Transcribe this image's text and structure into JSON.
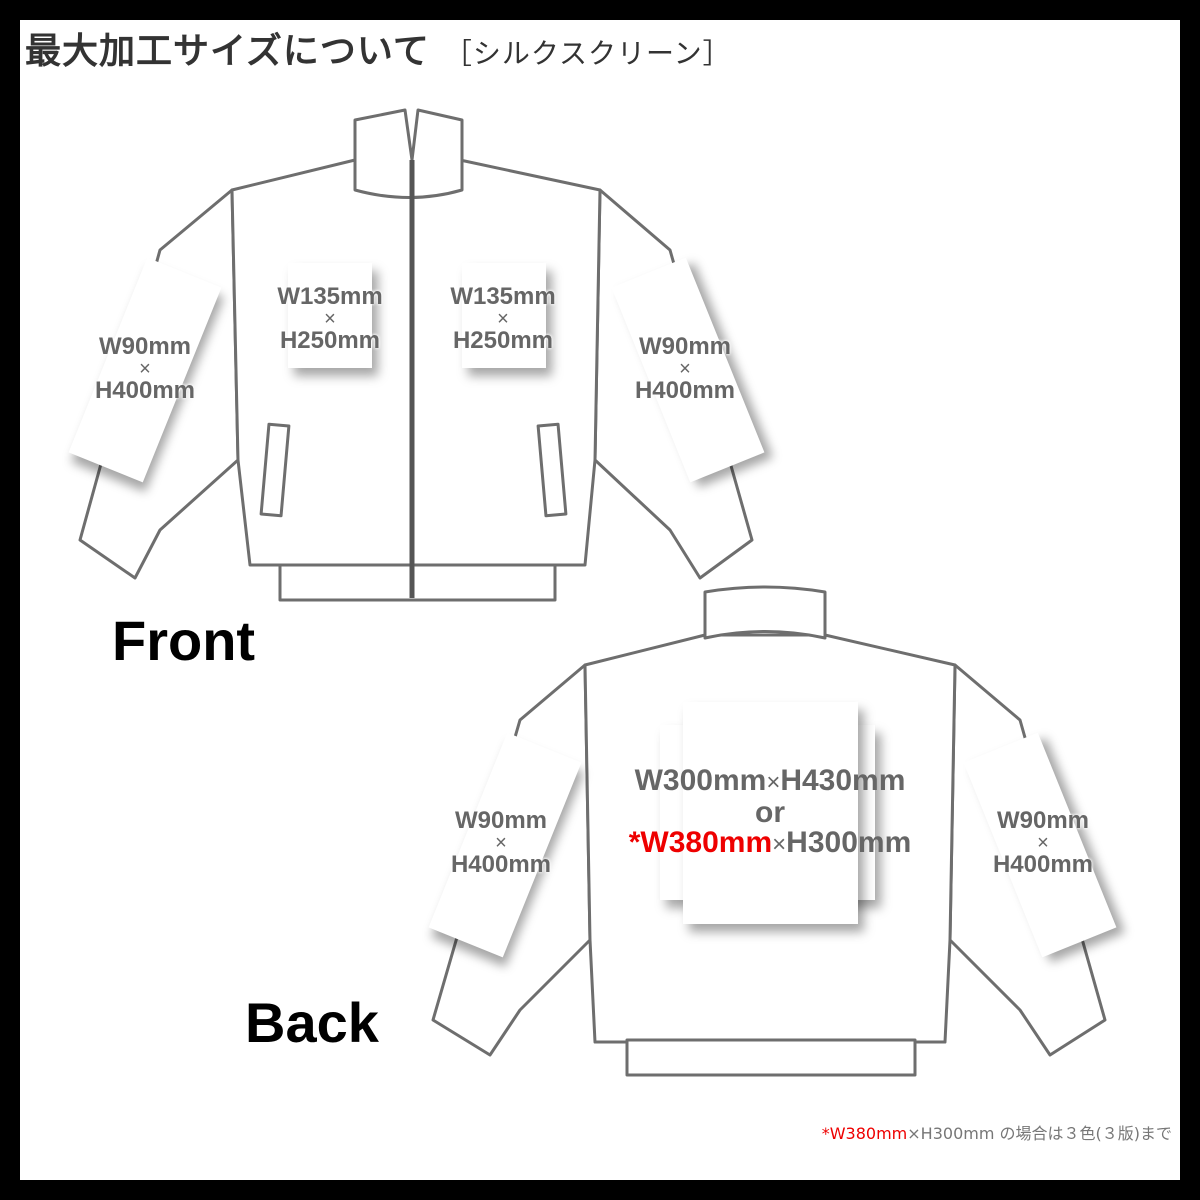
{
  "title": {
    "main": "最大加工サイズについて",
    "method": "［シルクスクリーン］"
  },
  "front": {
    "label": "Front",
    "left_sleeve": {
      "w": "W90mm",
      "x": "×",
      "h": "H400mm"
    },
    "left_chest": {
      "w": "W135mm",
      "x": "×",
      "h": "H250mm"
    },
    "right_chest": {
      "w": "W135mm",
      "x": "×",
      "h": "H250mm"
    },
    "right_sleeve": {
      "w": "W90mm",
      "x": "×",
      "h": "H400mm"
    }
  },
  "back": {
    "label": "Back",
    "left_sleeve": {
      "w": "W90mm",
      "x": "×",
      "h": "H400mm"
    },
    "right_sleeve": {
      "w": "W90mm",
      "x": "×",
      "h": "H400mm"
    },
    "center": {
      "size1_w": "W300mm",
      "x": "×",
      "size1_h": "H430mm",
      "or": "or",
      "size2_w": "*W380mm",
      "size2_h": "H300mm"
    }
  },
  "footnote": {
    "red": "*W380mm",
    "rest": "×H300mm の場合は３色(３版)まで"
  },
  "colors": {
    "accent_red": "#e00000",
    "text_gray": "#666666",
    "outline": "#707070"
  }
}
